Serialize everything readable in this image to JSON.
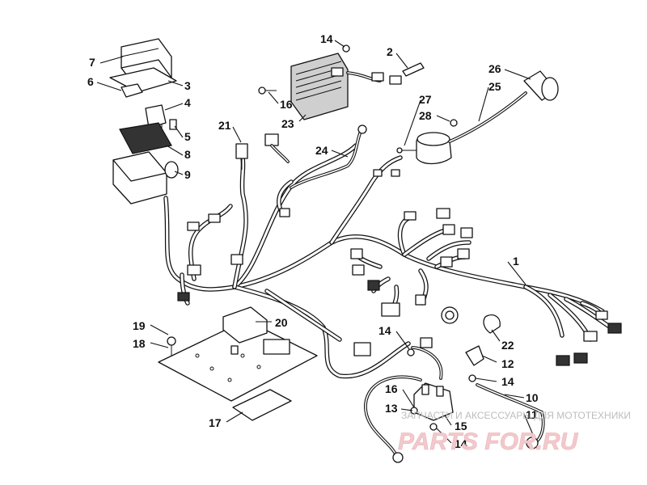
{
  "diagram": {
    "callouts": [
      {
        "id": "c-14a",
        "label": "14"
      },
      {
        "id": "c-2",
        "label": "2"
      },
      {
        "id": "c-7",
        "label": "7"
      },
      {
        "id": "c-6",
        "label": "6"
      },
      {
        "id": "c-3",
        "label": "3"
      },
      {
        "id": "c-4",
        "label": "4"
      },
      {
        "id": "c-5",
        "label": "5"
      },
      {
        "id": "c-8",
        "label": "8"
      },
      {
        "id": "c-9",
        "label": "9"
      },
      {
        "id": "c-16a",
        "label": "16"
      },
      {
        "id": "c-23",
        "label": "23"
      },
      {
        "id": "c-21",
        "label": "21"
      },
      {
        "id": "c-24",
        "label": "24"
      },
      {
        "id": "c-26",
        "label": "26"
      },
      {
        "id": "c-25",
        "label": "25"
      },
      {
        "id": "c-27",
        "label": "27"
      },
      {
        "id": "c-28",
        "label": "28"
      },
      {
        "id": "c-1",
        "label": "1"
      },
      {
        "id": "c-19",
        "label": "19"
      },
      {
        "id": "c-18",
        "label": "18"
      },
      {
        "id": "c-20",
        "label": "20"
      },
      {
        "id": "c-17",
        "label": "17"
      },
      {
        "id": "c-14b",
        "label": "14"
      },
      {
        "id": "c-22",
        "label": "22"
      },
      {
        "id": "c-12",
        "label": "12"
      },
      {
        "id": "c-14c",
        "label": "14"
      },
      {
        "id": "c-16b",
        "label": "16"
      },
      {
        "id": "c-13",
        "label": "13"
      },
      {
        "id": "c-10",
        "label": "10"
      },
      {
        "id": "c-11",
        "label": "11"
      },
      {
        "id": "c-15",
        "label": "15"
      },
      {
        "id": "c-14d",
        "label": "14"
      }
    ]
  },
  "watermark": {
    "text": "ЗАПЧАСТИ И АКСЕССУАРЫ ДЛЯ МОТОТЕХНИКИ",
    "logo": "PARTS FOR.RU"
  }
}
